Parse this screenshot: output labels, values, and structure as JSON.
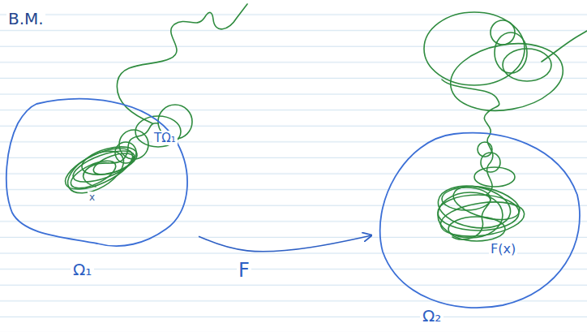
{
  "diagram": {
    "nodes": [
      {
        "text": [
          "Ω₁"
        ]
      },
      {
        "text": [
          "Ω₂"
        ]
      }
    ],
    "edges": [
      {
        "from": 0,
        "to": 1,
        "arrow": "to",
        "label": "F"
      }
    ],
    "labels": [
      "B.M.",
      "TΩ₁",
      "x",
      "F(x)"
    ]
  }
}
